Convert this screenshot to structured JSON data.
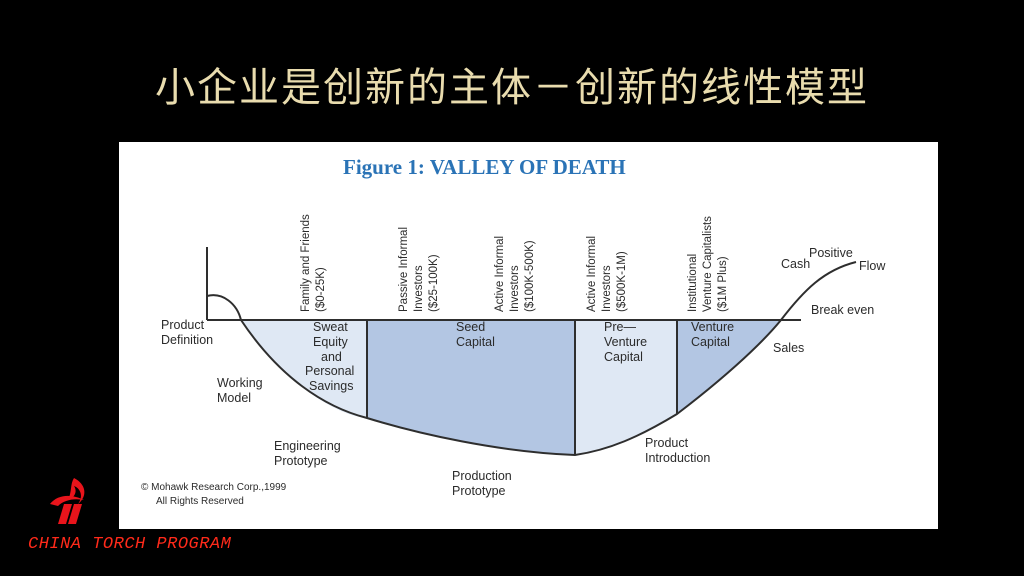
{
  "slide": {
    "title": "小企业是创新的主体－创新的线性模型",
    "title_color": "#e9dcae",
    "brand": "CHINA TORCH PROGRAM",
    "brand_color": "#ff2a1a",
    "logo_icon": "torch-flame-icon",
    "logo_color": "#e8141b"
  },
  "figure": {
    "title": "Figure 1: VALLEY OF DEATH",
    "title_color": "#2a73b6",
    "colors": {
      "light_fill": "#dfe8f4",
      "dark_fill": "#b3c6e3",
      "line": "#2e2e2e"
    },
    "funding_stages": [
      {
        "lines": [
          "Family and Friends",
          "($0-25K)"
        ]
      },
      {
        "lines": [
          "Passive Informal",
          "Investors",
          "($25-100K)"
        ]
      },
      {
        "lines": [
          "Active Informal",
          "Investors",
          "($100K-500K)"
        ]
      },
      {
        "lines": [
          "Active Informal",
          "Investors",
          "($500K-1M)"
        ]
      },
      {
        "lines": [
          "Institutional",
          "Venture Capitalists",
          "($1M Plus)"
        ]
      }
    ],
    "regions": [
      {
        "lines": [
          "Sweat",
          "Equity",
          "and",
          "Personal",
          "Savings"
        ]
      },
      {
        "lines": [
          "Seed",
          "Capital"
        ]
      },
      {
        "lines": [
          "Pre—",
          "Venture",
          "Capital"
        ]
      },
      {
        "lines": [
          "Venture",
          "Capital"
        ]
      }
    ],
    "curve_labels": {
      "product_definition": [
        "Product",
        "Definition"
      ],
      "working_model": [
        "Working",
        "Model"
      ],
      "engineering_prototype": [
        "Engineering",
        "Prototype"
      ],
      "production_prototype": [
        "Production",
        "Prototype"
      ],
      "product_introduction": [
        "Product",
        "Introduction"
      ],
      "sales": "Sales",
      "break_even": "Break even",
      "cash": "Cash",
      "positive": "Positive",
      "flow": "Flow"
    },
    "copyright": [
      "© Mohawk Research Corp.,1999",
      "All Rights Reserved"
    ]
  }
}
